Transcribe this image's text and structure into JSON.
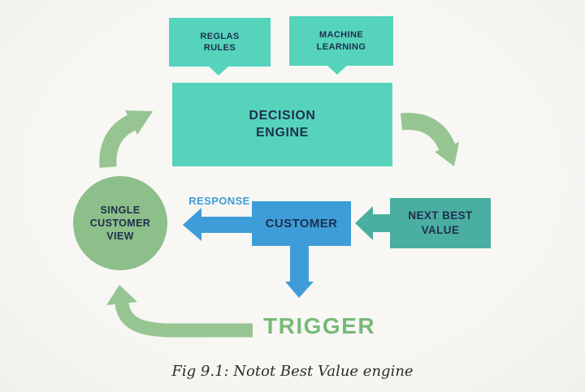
{
  "diagram": {
    "nodes": {
      "reglas_rules": {
        "lines": [
          "REGLAS",
          "RULES"
        ]
      },
      "machine_learning": {
        "lines": [
          "MACHINE",
          "LEARNING"
        ]
      },
      "decision_engine": {
        "lines": [
          "DECISION",
          "ENGINE"
        ]
      },
      "single_customer_view": {
        "lines": [
          "SINGLE",
          "CUSTOMER",
          "VIEW"
        ]
      },
      "customer": {
        "label": "CUSTOMER"
      },
      "next_best_value": {
        "lines": [
          "NEXT BEST",
          "VALUE"
        ]
      }
    },
    "edge_labels": {
      "response": "RESPONSE",
      "trigger": "TRIGGER"
    },
    "caption": "Fig 9.1: Notot Best Value engine",
    "colors": {
      "mint": "#55d4bb",
      "teal": "#4aafa1",
      "blue": "#3e9dd8",
      "sage_circle": "#8dbf8a",
      "arrow_green": "#96c592",
      "trigger_green": "#77ba78",
      "ink": "#1f2e4d",
      "background": "#f7f6f3"
    }
  }
}
